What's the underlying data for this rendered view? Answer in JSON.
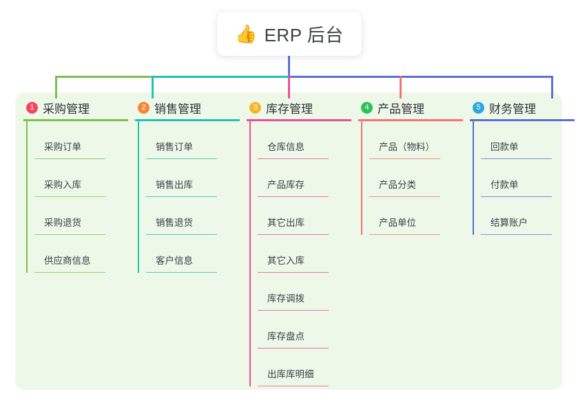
{
  "root": {
    "icon": "thumbs-up-icon",
    "icon_glyph": "👍",
    "title": "ERP 后台"
  },
  "panel": {
    "background_color": "#eef8e9"
  },
  "connectors": {
    "stem_color": "#5b6fd4",
    "bus_segment_colors": [
      "#7cbf4f",
      "#1fc3b0",
      "#5b6fd4"
    ]
  },
  "columns": [
    {
      "number": "1",
      "title": "采购管理",
      "badge_color": "#f4455f",
      "line_color": "#7cbf4f",
      "items": [
        "采购订单",
        "采购入库",
        "采购退货",
        "供应商信息"
      ]
    },
    {
      "number": "2",
      "title": "销售管理",
      "badge_color": "#f58435",
      "line_color": "#1fc3b0",
      "items": [
        "销售订单",
        "销售出库",
        "销售退货",
        "客户信息"
      ]
    },
    {
      "number": "3",
      "title": "库存管理",
      "badge_color": "#f6b62b",
      "line_color": "#ef4d93",
      "items": [
        "仓库信息",
        "产品库存",
        "其它出库",
        "其它入库",
        "库存调拨",
        "库存盘点",
        "出库库明细"
      ]
    },
    {
      "number": "4",
      "title": "产品管理",
      "badge_color": "#2fc05a",
      "line_color": "#f4736e",
      "items": [
        "产品（物料）",
        "产品分类",
        "产品单位"
      ]
    },
    {
      "number": "5",
      "title": "财务管理",
      "badge_color": "#2aa8e0",
      "line_color": "#5b6fd4",
      "items": [
        "回款单",
        "付款单",
        "结算账户"
      ]
    }
  ]
}
